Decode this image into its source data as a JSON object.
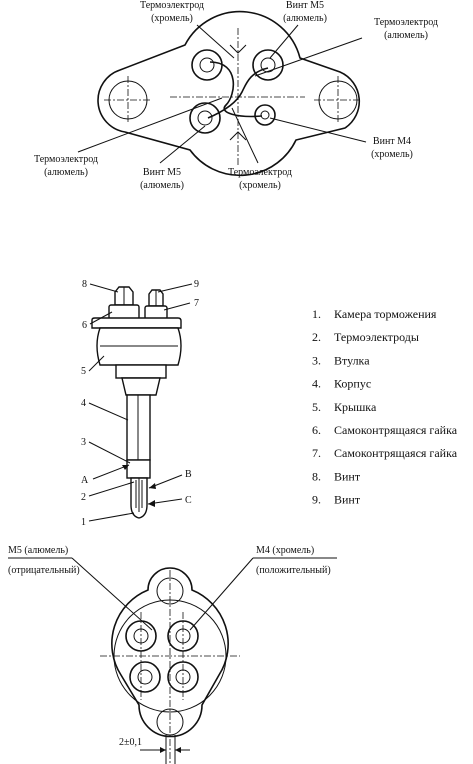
{
  "top_view": {
    "labels": {
      "thermo_chromel_top": [
        "Термоэлектрод",
        "(хромель)"
      ],
      "screw_m5_alumel_top": [
        "Винт М5",
        "(алюмель)"
      ],
      "thermo_alumel_right": [
        "Термоэлектрод",
        "(алюмель)"
      ],
      "thermo_alumel_left": [
        "Термоэлектрод",
        "(алюмель)"
      ],
      "screw_m5_alumel_bottom": [
        "Винт М5",
        "(алюмель)"
      ],
      "thermo_chromel_bottom": [
        "Термоэлектрод",
        "(хромель)"
      ],
      "screw_m4_chromel": [
        "Винт М4",
        "(хромель)"
      ]
    }
  },
  "side_view": {
    "callouts": [
      "8",
      "9",
      "6",
      "7",
      "5",
      "4",
      "3",
      "A",
      "B",
      "2",
      "C",
      "1"
    ]
  },
  "legend": [
    {
      "num": "1.",
      "text": "Камера торможения"
    },
    {
      "num": "2.",
      "text": "Термоэлектроды"
    },
    {
      "num": "3.",
      "text": "Втулка"
    },
    {
      "num": "4.",
      "text": "Корпус"
    },
    {
      "num": "5.",
      "text": "Крышка"
    },
    {
      "num": "6.",
      "text": "Самоконтрящаяся гайка"
    },
    {
      "num": "7.",
      "text": "Самоконтрящаяся гайка"
    },
    {
      "num": "8.",
      "text": "Винт"
    },
    {
      "num": "9.",
      "text": "Винт"
    }
  ],
  "bottom_view": {
    "left_label": "М5 (алюмель)",
    "left_sub": "(отрицательный)",
    "right_label": "М4 (хромель)",
    "right_sub": "(положительный)",
    "dimension": "2±0,1"
  }
}
